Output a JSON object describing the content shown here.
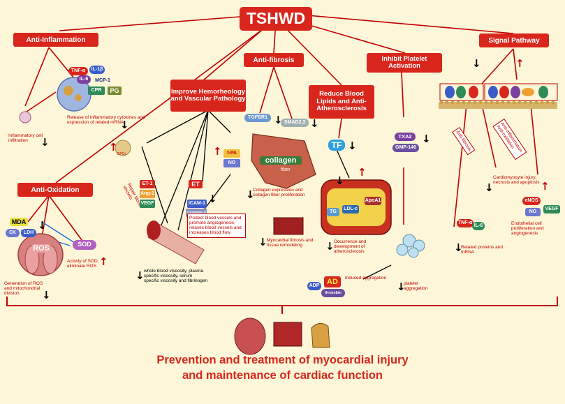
{
  "title": "TSHWD",
  "footer": {
    "line1": "Prevention and treatment of myocardial injury",
    "line2": "and maintenance of cardiac function"
  },
  "colors": {
    "accent": "#d9261c",
    "background": "#fdf6d8",
    "line": "#c00000"
  },
  "sections": {
    "anti_inflammation": "Anti-Inflammation",
    "improve_hemo": "Improve Hemorheology and Vascular Pathology",
    "anti_fibrosis": "Anti-fibrosis",
    "reduce_lipids": "Reduce Blood Lipids and Anti-Atherosclerosis",
    "inhibit_platelet": "Inhibit Platelet Activation",
    "signal_pathway": "Signal Pathway",
    "anti_oxidation": "Anti-Oxidation"
  },
  "labels": {
    "inflam_release": "Release of inflammatory cytokines and expression of related mRNA",
    "inflam_cell": "Inflammatory cell infiltration",
    "ros_gen": "Generation of ROS and mitochondrial division",
    "sod_act": "Activity of SOD, eliminate ROS",
    "repair": "Repair blood vessels",
    "protect": "Protect blood vessels and promote angiogenesis, relaxes blood vessels and increases blood flow",
    "viscosity": "whole blood viscosity, plasma specific viscosity, serum specific viscosity and fibrinogen",
    "collagen_expr": "Collagen expression and collagen fiber proliferation",
    "myo_fibrosis": "Myocardial fibrosis and tissue remodeling",
    "athero": "Occurrence and development of atherosclerosis",
    "induced": "Induced aggregation",
    "platelet_agg": "platelet aggregation",
    "anti_fibrosis_small": "Anti-fibrosis",
    "anti_inflam_ox": "Anti-inflammation Anti-oxidation",
    "cardiomyocyte": "Cardiomyocyte injury, necrosis and apoptosis",
    "related_proteins": "Related proteins and mRNA",
    "endothelial": "Endothelial cell proliferation and angiogenesis"
  },
  "markers": {
    "tnf": "TNF-α",
    "il6": "IL-6",
    "il1b": "IL-1β",
    "mcp1": "MCP-1",
    "crp": "CPR",
    "pg": "PG",
    "mda": "MDA",
    "ck": "CK",
    "ldh": "LDH",
    "ros": "ROS",
    "sod": "SOD",
    "epcs": "EPCs",
    "et1": "ET-1",
    "ang1": "Ang-1",
    "vegf": "VEGF",
    "et": "ET",
    "icam": "ICAM-1",
    "caspase": "Caspase-3",
    "tpa": "t-PA",
    "no": "NO",
    "tgfbr1": "TGFBR1",
    "smad": "SMAD2,3",
    "collagen": "collagen",
    "fiber": "fiber",
    "tf": "TF",
    "tg": "TG",
    "ldlc": "LDL-c",
    "apoa1": "ApoA1",
    "txa2": "TXA2",
    "gmp": "GMP-140",
    "adp": "ADP",
    "ad": "AD",
    "thrombin": "thrombin",
    "enos": "eNOS",
    "no2": "NO",
    "vegf2": "VEGF",
    "il6b": "IL-6",
    "tnf2": "TNF-α"
  }
}
